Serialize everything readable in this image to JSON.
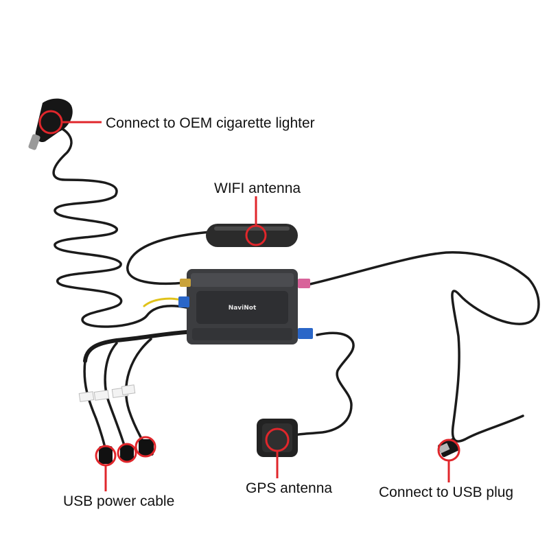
{
  "labels": {
    "lighter": "Connect to OEM cigarette lighter",
    "wifi": "WIFI antenna",
    "usb_power": "USB power cable",
    "gps": "GPS antenna",
    "usb_plug": "Connect to USB plug"
  },
  "device": {
    "brand": "NaviNot"
  },
  "colors": {
    "highlight": "#e0262b",
    "cable": "#1b1b1b",
    "device_body": "#3c3d40",
    "blue_connector": "#2a66c8",
    "pink_connector": "#d8639a",
    "gold_connector": "#c9a23a"
  }
}
